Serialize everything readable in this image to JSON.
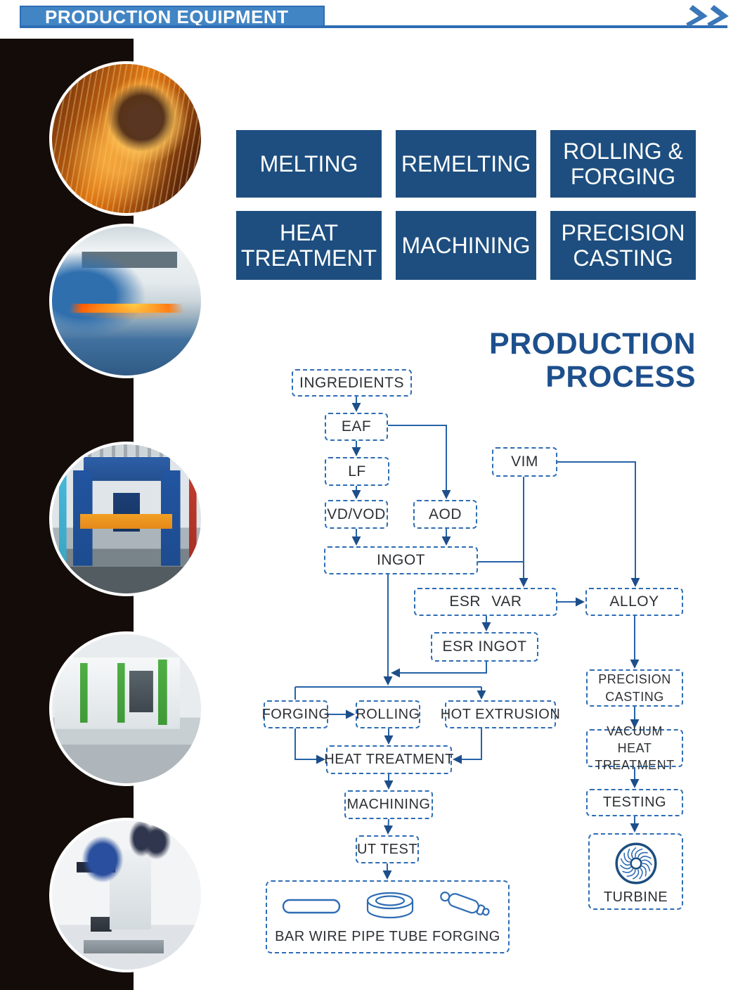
{
  "header": {
    "title": "PRODUCTION EQUIPMENT",
    "chevrons_icon": "double-angle-right"
  },
  "colors": {
    "banner_blue": "#4285c4",
    "deep_box_blue": "#1d4e7f",
    "title_blue": "#1d4f8c",
    "dash_blue": "#2e6db4",
    "arrow_blue": "#2563a8",
    "text_dark": "#2d3034"
  },
  "equipment_boxes": [
    {
      "label": "MELTING"
    },
    {
      "label": "REMELTING"
    },
    {
      "label": "ROLLING & FORGING"
    },
    {
      "label": "HEAT TREATMENT"
    },
    {
      "label": "MACHINING"
    },
    {
      "label": "PRECISION CASTING"
    }
  ],
  "photos": [
    {
      "name": "molten-metal-pouring"
    },
    {
      "name": "hot-billet-forging"
    },
    {
      "name": "hydraulic-press"
    },
    {
      "name": "cnc-machining-line"
    },
    {
      "name": "metallurgical-microscope"
    }
  ],
  "process": {
    "title_line1": "PRODUCTION",
    "title_line2": "PROCESS",
    "nodes": {
      "ingredients": "INGREDIENTS",
      "eaf": "EAF",
      "lf": "LF",
      "vdvod": "VD/VOD",
      "aod": "AOD",
      "vim": "VIM",
      "ingot": "INGOT",
      "esr_var": "ESR VAR",
      "alloy": "ALLOY",
      "esr_ingot": "ESR INGOT",
      "forging": "FORGING",
      "rolling": "ROLLING",
      "hot_extrusion": "HOT EXTRUSION",
      "heat_treatment": "HEAT TREATMENT",
      "machining": "MACHINING",
      "ut_test": "UT TEST",
      "precision_casting": "PRECISION CASTING",
      "vacuum_heat_treatment": "VACUUM HEAT TREATMENT",
      "testing": "TESTING",
      "turbine": "TURBINE"
    },
    "outputs": [
      {
        "label": "BAR WIRE",
        "icon": "bar-wire-icon"
      },
      {
        "label": "PIPE TUBE",
        "icon": "pipe-tube-icon"
      },
      {
        "label": "FORGING",
        "icon": "forged-roller-icon"
      }
    ]
  }
}
